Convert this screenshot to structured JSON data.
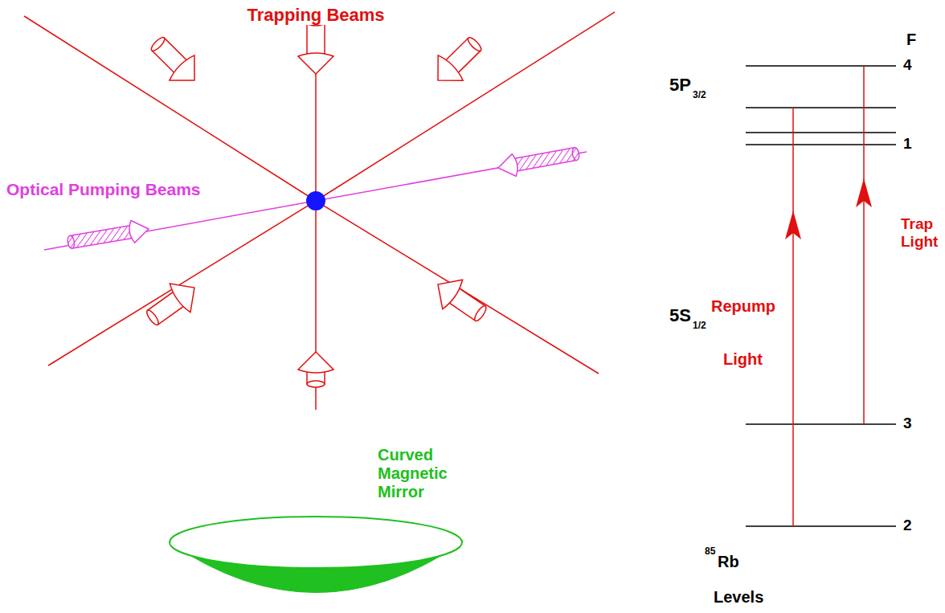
{
  "diagram": {
    "labels": [
      "Trapping Beams",
      "Optical Pumping Beams",
      "Curved Magnetic Mirror",
      "F",
      "5P",
      "3/2",
      "4",
      "1",
      "Repump",
      "Light",
      "Trap Light",
      "5S",
      "1/2",
      "3",
      "2",
      "85",
      "Rb",
      "Levels"
    ]
  }
}
